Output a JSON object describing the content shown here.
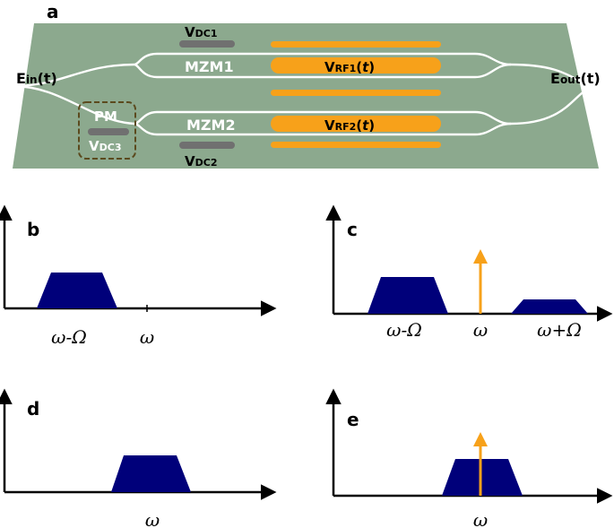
{
  "panels": {
    "a": {
      "letter": "a",
      "input_field": {
        "main": "E",
        "sub": "in",
        "tail": "(t)"
      },
      "output_field": {
        "main": "E",
        "sub": "out",
        "tail": "(t)"
      },
      "mzm1_label": "MZM1",
      "mzm2_label": "MZM2",
      "pm_label": "PM",
      "vdc1": {
        "main": "V",
        "sub": "DC1"
      },
      "vdc2": {
        "main": "V",
        "sub": "DC2"
      },
      "vdc3": {
        "main": "V",
        "sub": "DC3"
      },
      "vrf1": {
        "main": "V",
        "sub": "RF1",
        "open": "(",
        "arg": "t",
        "close": ")"
      },
      "vrf2": {
        "main": "V",
        "sub": "RF2",
        "open": "(",
        "arg": "t",
        "close": ")"
      }
    },
    "b": {
      "letter": "b",
      "tick1": "ω-Ω",
      "tick2": "ω"
    },
    "c": {
      "letter": "c",
      "tick1": "ω-Ω",
      "tick2": "ω",
      "tick3": "ω+Ω"
    },
    "d": {
      "letter": "d",
      "tick1": "ω"
    },
    "e": {
      "letter": "e",
      "tick1": "ω"
    }
  },
  "colors": {
    "chip": "#8ca98e",
    "waveguide": "#ffffff",
    "electrode_rf": "#f7a11a",
    "electrode_dc": "#707070",
    "pm_box": "#5b4a1e",
    "spectrum": "#00007a",
    "carrier": "#f7a11a",
    "axis": "#000000"
  }
}
